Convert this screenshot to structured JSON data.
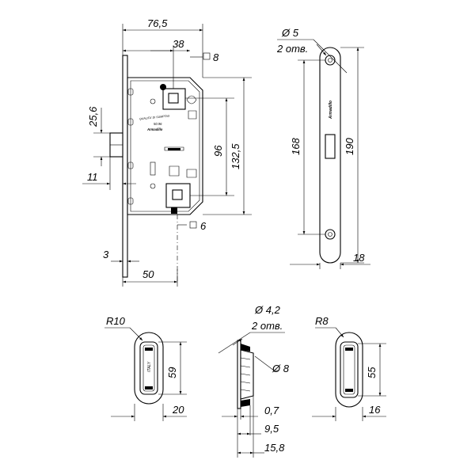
{
  "dimensions": {
    "width_76_5": "76,5",
    "backset_38": "38",
    "square_8": "8",
    "height_25_6": "25,6",
    "spacing_96": "96",
    "height_132_5": "132,5",
    "latch_11": "11",
    "square_6": "6",
    "plate_3": "3",
    "backset_50": "50",
    "hole_dia_5": "Ø 5",
    "holes_2": "2 отв.",
    "faceplate_168": "168",
    "faceplate_190": "190",
    "faceplate_width_18": "18",
    "radius_10": "R10",
    "strike_59": "59",
    "strike_width_20": "20",
    "hole_dia_4_2": "Ø 4,2",
    "holes_2b": "2 отв.",
    "hole_dia_8": "Ø 8",
    "depth_0_7": "0,7",
    "depth_9_5": "9,5",
    "depth_15_8": "15,8",
    "radius_8": "R8",
    "strike_55": "55",
    "strike_width_16": "16"
  },
  "markings": {
    "lock_text_1": "QUALITA' DI SUMPTAS",
    "lock_text_2": "50.96",
    "lock_brand": "Armadillo",
    "faceplate_brand": "Armadillo",
    "strike_text": "ITALY"
  }
}
